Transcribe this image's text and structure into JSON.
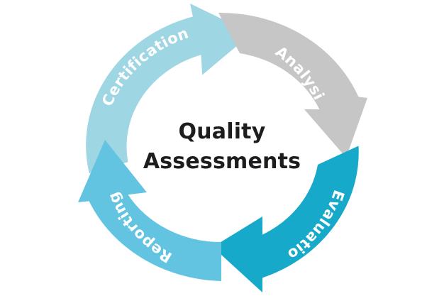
{
  "center": {
    "line1": "Quality",
    "line2": "Assessments"
  },
  "segments": [
    {
      "label": "Analysis",
      "color": "#c6c6c6"
    },
    {
      "label": "Evaluatio",
      "color": "#17a9c9"
    },
    {
      "label": "Reporting",
      "color": "#63c4e2"
    },
    {
      "label": "Certification",
      "color": "#9ed6e4"
    }
  ]
}
